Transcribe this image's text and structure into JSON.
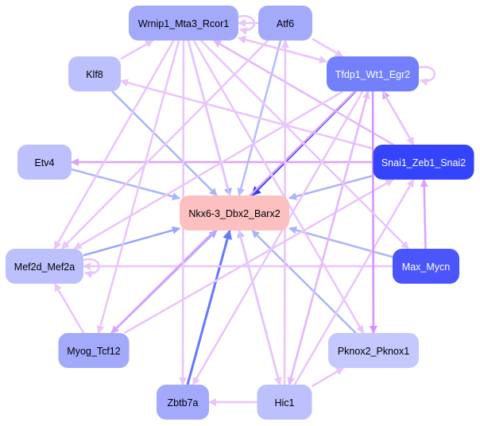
{
  "nodes": [
    {
      "id": "wrnip1",
      "label": "Wrnip1_Mta3_Rcor1",
      "fill": "#a3aafc",
      "text": "#000000"
    },
    {
      "id": "atf6",
      "label": "Atf6",
      "fill": "#a3aafc",
      "text": "#000000"
    },
    {
      "id": "klf8",
      "label": "Klf8",
      "fill": "#bcc0fc",
      "text": "#000000"
    },
    {
      "id": "tfdp1",
      "label": "Tfdp1_Wt1_Egr2",
      "fill": "#7280fc",
      "text": "#ffffff"
    },
    {
      "id": "etv4",
      "label": "Etv4",
      "fill": "#bcc0fc",
      "text": "#000000"
    },
    {
      "id": "snai1",
      "label": "Snai1_Zeb1_Snai2",
      "fill": "#3344fc",
      "text": "#ffffff"
    },
    {
      "id": "nkx6",
      "label": "Nkx6-3_Dbx2_Barx2",
      "fill": "#fcc0c0",
      "text": "#000000"
    },
    {
      "id": "mef2d",
      "label": "Mef2d_Mef2a",
      "fill": "#bcc0fc",
      "text": "#000000"
    },
    {
      "id": "max",
      "label": "Max_Mycn",
      "fill": "#4a56fc",
      "text": "#ffffff"
    },
    {
      "id": "myog",
      "label": "Myog_Tcf12",
      "fill": "#a3aafc",
      "text": "#000000"
    },
    {
      "id": "pknox2",
      "label": "Pknox2_Pknox1",
      "fill": "#c4c8fc",
      "text": "#000000"
    },
    {
      "id": "zbtb7a",
      "label": "Zbtb7a",
      "fill": "#a3aafc",
      "text": "#000000"
    },
    {
      "id": "hic1",
      "label": "Hic1",
      "fill": "#bcc0fc",
      "text": "#000000"
    }
  ],
  "edges": [
    {
      "from": "klf8",
      "to": "nkx6",
      "color": "#aab4fc"
    },
    {
      "from": "wrnip1",
      "to": "nkx6",
      "color": "#99a4fc"
    },
    {
      "from": "atf6",
      "to": "nkx6",
      "color": "#b4bcfc"
    },
    {
      "from": "tfdp1",
      "to": "nkx6",
      "color": "#2a3cf5"
    },
    {
      "from": "etv4",
      "to": "nkx6",
      "color": "#aab4fc"
    },
    {
      "from": "snai1",
      "to": "nkx6",
      "color": "#aab4fc"
    },
    {
      "from": "mef2d",
      "to": "nkx6",
      "color": "#99a4fc"
    },
    {
      "from": "max",
      "to": "nkx6",
      "color": "#aab4fc"
    },
    {
      "from": "myog",
      "to": "nkx6",
      "color": "#a3aafc"
    },
    {
      "from": "zbtb7a",
      "to": "nkx6",
      "color": "#6677fc"
    },
    {
      "from": "hic1",
      "to": "nkx6",
      "color": "#b4bcfc"
    },
    {
      "from": "pknox2",
      "to": "nkx6",
      "color": "#aab4fc"
    },
    {
      "from": "wrnip1",
      "to": "wrnip1",
      "color": "#eac4fc"
    },
    {
      "from": "atf6",
      "to": "wrnip1",
      "color": "#eac4fc"
    },
    {
      "from": "klf8",
      "to": "wrnip1",
      "color": "#eac4fc"
    },
    {
      "from": "atf6",
      "to": "tfdp1",
      "color": "#eac4fc"
    },
    {
      "from": "tfdp1",
      "to": "wrnip1",
      "color": "#e4b8fc"
    },
    {
      "from": "wrnip1",
      "to": "tfdp1",
      "color": "#eac4fc"
    },
    {
      "from": "tfdp1",
      "to": "tfdp1",
      "color": "#eac4fc"
    },
    {
      "from": "snai1",
      "to": "wrnip1",
      "color": "#e4b8fc"
    },
    {
      "from": "snai1",
      "to": "klf8",
      "color": "#eac4fc"
    },
    {
      "from": "snai1",
      "to": "etv4",
      "color": "#dda0fc"
    },
    {
      "from": "snai1",
      "to": "tfdp1",
      "color": "#d890fc"
    },
    {
      "from": "tfdp1",
      "to": "snai1",
      "color": "#eac4fc"
    },
    {
      "from": "max",
      "to": "snai1",
      "color": "#dda0fc"
    },
    {
      "from": "max",
      "to": "mef2d",
      "color": "#eac4fc"
    },
    {
      "from": "mef2d",
      "to": "mef2d",
      "color": "#eac4fc"
    },
    {
      "from": "myog",
      "to": "mef2d",
      "color": "#eac4fc"
    },
    {
      "from": "myog",
      "to": "snai1",
      "color": "#eac4fc"
    },
    {
      "from": "hic1",
      "to": "zbtb7a",
      "color": "#eac4fc"
    },
    {
      "from": "hic1",
      "to": "pknox2",
      "color": "#eac4fc"
    },
    {
      "from": "hic1",
      "to": "snai1",
      "color": "#eac4fc"
    },
    {
      "from": "hic1",
      "to": "tfdp1",
      "color": "#eac4fc"
    },
    {
      "from": "tfdp1",
      "to": "hic1",
      "color": "#e4b8fc"
    },
    {
      "from": "tfdp1",
      "to": "pknox2",
      "color": "#d890fc"
    },
    {
      "from": "tfdp1",
      "to": "zbtb7a",
      "color": "#eac4fc"
    },
    {
      "from": "tfdp1",
      "to": "myog",
      "color": "#dda0fc"
    },
    {
      "from": "tfdp1",
      "to": "mef2d",
      "color": "#eac4fc"
    },
    {
      "from": "wrnip1",
      "to": "mef2d",
      "color": "#eac4fc"
    },
    {
      "from": "wrnip1",
      "to": "myog",
      "color": "#eac4fc"
    },
    {
      "from": "wrnip1",
      "to": "zbtb7a",
      "color": "#eac4fc"
    },
    {
      "from": "wrnip1",
      "to": "hic1",
      "color": "#eac4fc"
    },
    {
      "from": "wrnip1",
      "to": "pknox2",
      "color": "#eac4fc"
    },
    {
      "from": "wrnip1",
      "to": "max",
      "color": "#eac4fc"
    },
    {
      "from": "atf6",
      "to": "mef2d",
      "color": "#eac4fc"
    },
    {
      "from": "hic1",
      "to": "atf6",
      "color": "#eac4fc"
    }
  ]
}
